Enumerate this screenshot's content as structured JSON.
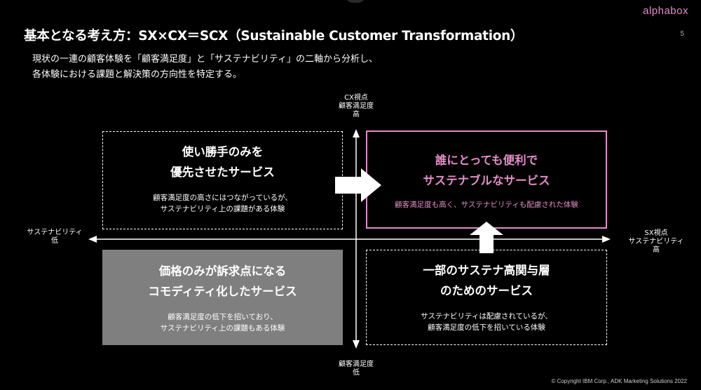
{
  "header": {
    "logo": "alphabox",
    "page_number": "5",
    "title": "基本となる考え方：SX×CX＝SCX（Sustainable Customer Transformation）",
    "subtitle_lines": [
      "現状の一連の顧客体験を「顧客満足度」と「サステナビリティ」の二軸から分析し、",
      "各体験における課題と解決策の方向性を特定する。"
    ]
  },
  "axes": {
    "top": "CX視点\n顧客満足度\n高",
    "bottom": "顧客満足度\n低",
    "left": "サステナビリティ\n低",
    "right": "SX視点\nサステナビリティ\n高"
  },
  "quadrants": {
    "top_left": {
      "title": "使い勝手のみを\n優先させたサービス",
      "desc": "顧客満足度の高さにはつながっているが、\nサステナビリティ上の課題がある体験"
    },
    "top_right": {
      "title": "誰にとっても便利で\nサステナブルなサービス",
      "desc": "顧客満足度も高く、サステナビリティも配慮された体験"
    },
    "bottom_left": {
      "title": "価格のみが訴求点になる\nコモディティ化したサービス",
      "desc": "顧客満足度の低下を招いており、\nサステナビリティ上の課題もある体験"
    },
    "bottom_right": {
      "title": "一部のサステナ高関与層\nのためのサービス",
      "desc": "サステナビリティは配慮されているが、\n顧客満足度の低下を招いている体験"
    }
  },
  "footer": "© Copyright IBM Corp., ADK Marketing Solutions 2022",
  "colors": {
    "accent_pink": "#e58cc8",
    "commodity_gray": "#7f7f7f"
  }
}
